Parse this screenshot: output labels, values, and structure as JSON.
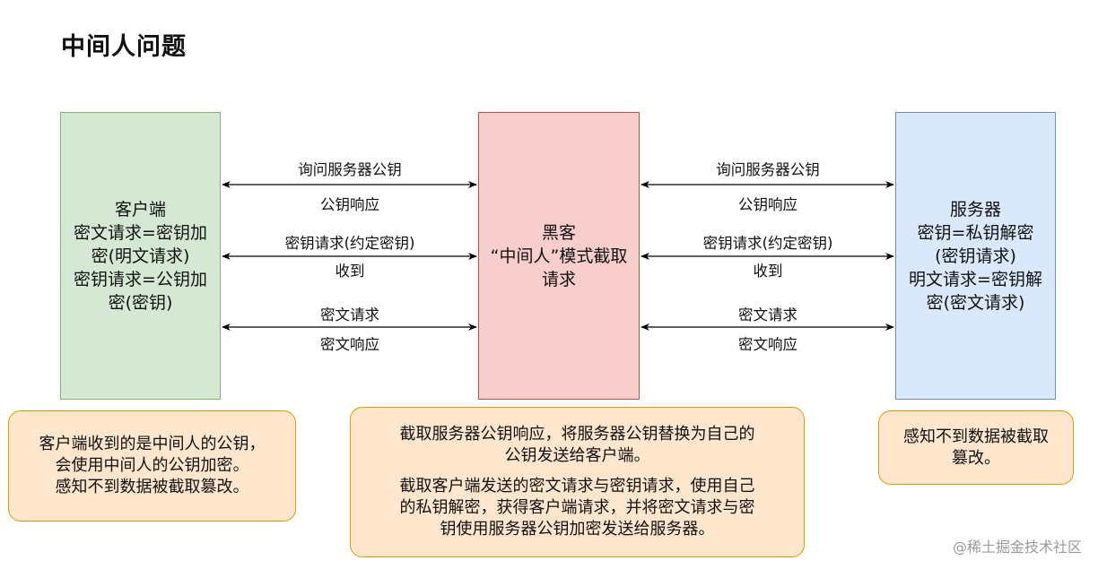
{
  "title": "中间人问题",
  "client": {
    "lines": [
      "客户端",
      "密文请求=密钥加",
      "密(明文请求)",
      "密钥请求=公钥加",
      "密(密钥)"
    ]
  },
  "hacker": {
    "lines": [
      "黑客",
      "“中间人”模式截取",
      "请求"
    ]
  },
  "server": {
    "lines": [
      "服务器",
      "密钥=私钥解密",
      "(密钥请求)",
      "明文请求=密钥解",
      "密(密文请求)"
    ]
  },
  "left_labels": {
    "a1_top": "询问服务器公钥",
    "a1_bottom": "公钥响应",
    "a2_top": "密钥请求(约定密钥)",
    "a2_bottom": "收到",
    "a3_top": "密文请求",
    "a3_bottom": "密文响应"
  },
  "right_labels": {
    "a1_top": "询问服务器公钥",
    "a1_bottom": "公钥响应",
    "a2_top": "密钥请求(约定密钥)",
    "a2_bottom": "收到",
    "a3_top": "密文请求",
    "a3_bottom": "密文响应"
  },
  "notes": {
    "client": [
      "客户端收到的是中间人的公钥，",
      "会使用中间人的公钥加密。",
      "感知不到数据被截取篡改。"
    ],
    "hacker_p1": [
      "截取服务器公钥响应，将服务器公钥替换为自己的",
      "公钥发送给客户端。"
    ],
    "hacker_p2": [
      "截取客户端发送的密文请求与密钥请求，使用自己",
      "的私钥解密，获得客户端请求，并将密文请求与密",
      "钥使用服务器公钥加密发送给服务器。"
    ],
    "server": [
      "感知不到数据被截取",
      "篡改。"
    ]
  },
  "watermark": "@稀土掘金技术社区",
  "colors": {
    "client_fill": "#d5e8d4",
    "client_border": "#82b366",
    "hacker_fill": "#f8cecc",
    "hacker_border": "#b85450",
    "server_fill": "#dae8fc",
    "server_border": "#6c8ebf",
    "note_fill": "#ffe6cc",
    "note_border": "#d79b00"
  }
}
